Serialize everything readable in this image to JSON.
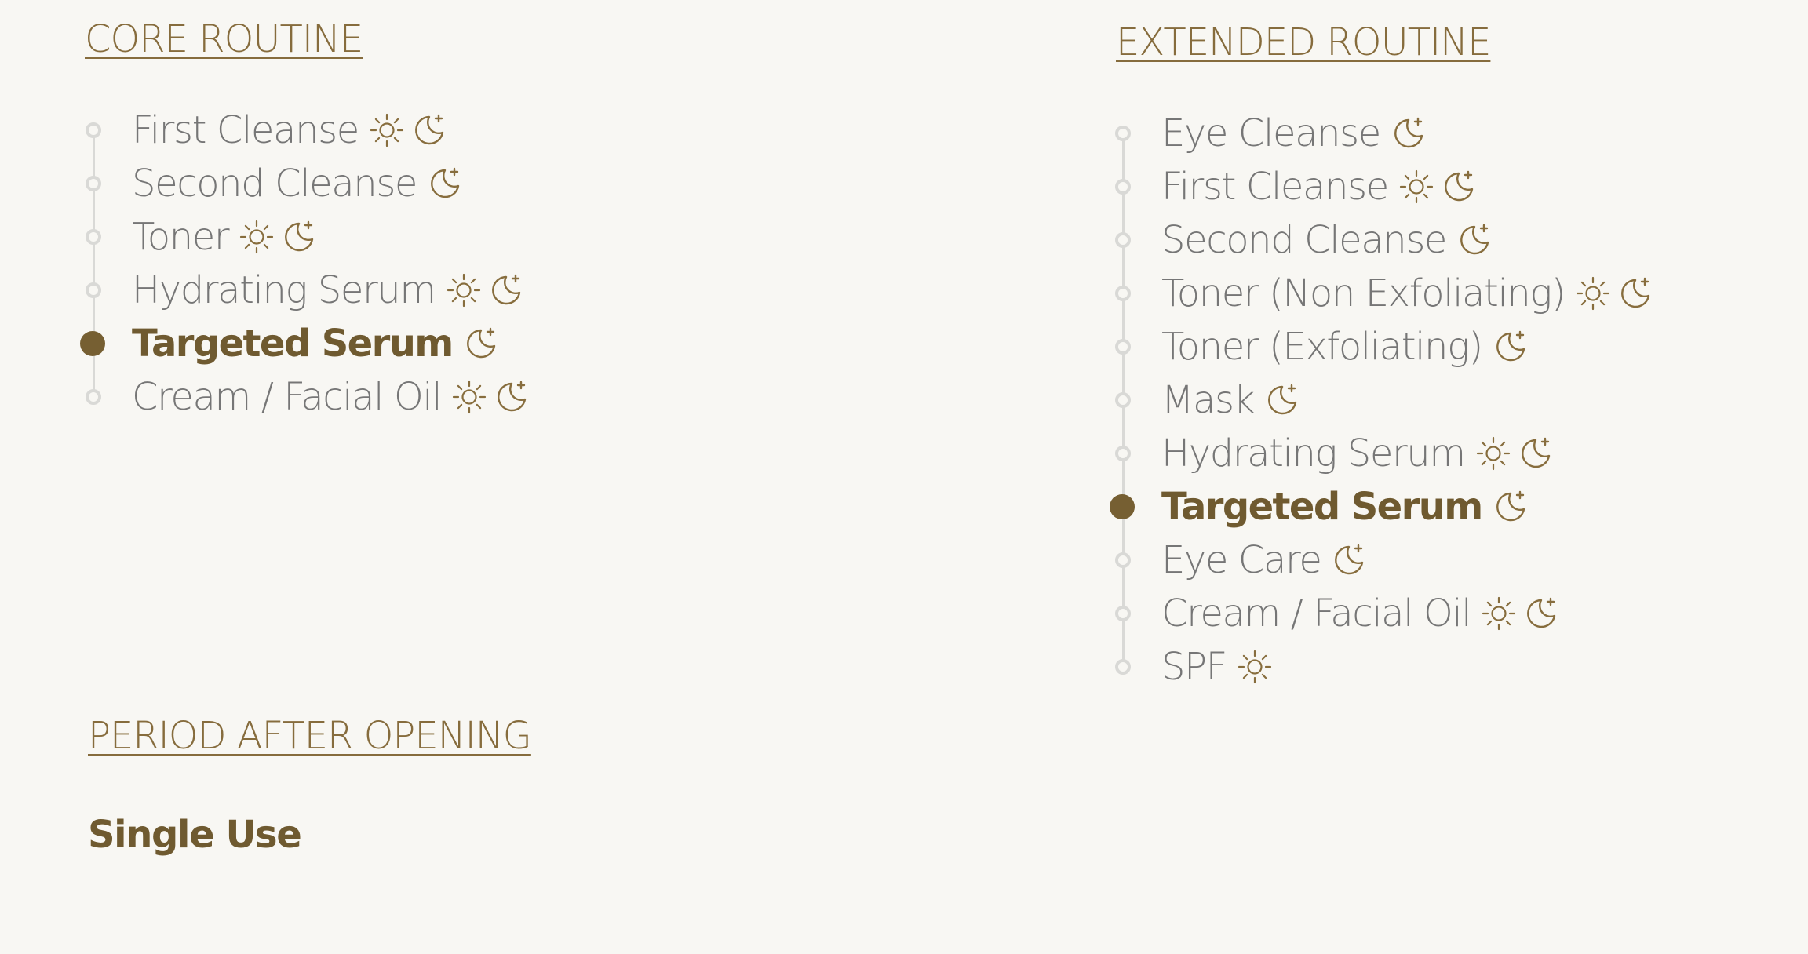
{
  "core_routine": {
    "heading": "CORE ROUTINE",
    "steps": [
      {
        "label": "First Cleanse",
        "icons": [
          "sun-icon",
          "moon-icon"
        ],
        "active": false
      },
      {
        "label": "Second Cleanse",
        "icons": [
          "moon-icon"
        ],
        "active": false
      },
      {
        "label": "Toner",
        "icons": [
          "sun-icon",
          "moon-icon"
        ],
        "active": false
      },
      {
        "label": "Hydrating Serum",
        "icons": [
          "sun-icon",
          "moon-icon"
        ],
        "active": false
      },
      {
        "label": "Targeted Serum",
        "icons": [
          "moon-icon"
        ],
        "active": true
      },
      {
        "label": "Cream / Facial Oil",
        "icons": [
          "sun-icon",
          "moon-icon"
        ],
        "active": false
      }
    ]
  },
  "period_after_opening": {
    "heading": "PERIOD AFTER OPENING",
    "value": "Single Use"
  },
  "extended_routine": {
    "heading": "EXTENDED ROUTINE",
    "steps": [
      {
        "label": "Eye Cleanse",
        "icons": [
          "moon-icon"
        ],
        "active": false
      },
      {
        "label": "First Cleanse",
        "icons": [
          "sun-icon",
          "moon-icon"
        ],
        "active": false
      },
      {
        "label": "Second Cleanse",
        "icons": [
          "moon-icon"
        ],
        "active": false
      },
      {
        "label": "Toner (Non Exfoliating)",
        "icons": [
          "sun-icon",
          "moon-icon"
        ],
        "active": false
      },
      {
        "label": "Toner (Exfoliating)",
        "icons": [
          "moon-icon"
        ],
        "active": false
      },
      {
        "label": "Mask",
        "icons": [
          "moon-icon"
        ],
        "active": false
      },
      {
        "label": "Hydrating Serum",
        "icons": [
          "sun-icon",
          "moon-icon"
        ],
        "active": false
      },
      {
        "label": "Targeted Serum",
        "icons": [
          "moon-icon"
        ],
        "active": true
      },
      {
        "label": "Eye Care",
        "icons": [
          "moon-icon"
        ],
        "active": false
      },
      {
        "label": "Cream / Facial Oil",
        "icons": [
          "sun-icon",
          "moon-icon"
        ],
        "active": false
      },
      {
        "label": "SPF",
        "icons": [
          "sun-icon"
        ],
        "active": false
      }
    ]
  },
  "colors": {
    "accent": "#765f32",
    "text": "#767676",
    "line": "#d9d9d6",
    "background": "#f8f7f3"
  }
}
